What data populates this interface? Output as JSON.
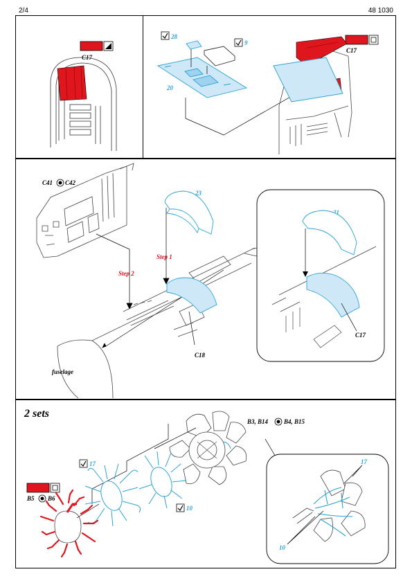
{
  "header": {
    "page": "2/4",
    "product": "48 1030"
  },
  "colors": {
    "cyan": "#29a3d6",
    "cyan_fill": "#cfe8f7",
    "red": "#e0161e",
    "gray": "#555555"
  },
  "panel1": {
    "left_callout": "C17",
    "mid_part_a": "28",
    "mid_part_b": "9",
    "mid_part_c": "20",
    "right_callout": "C17"
  },
  "panel2": {
    "callout_a": "C41",
    "callout_b": "C42",
    "part_23": "23",
    "step1": "Step 1",
    "step2": "Step 2",
    "callout_c18": "C18",
    "fuselage": "fuselage",
    "inset_part": "21",
    "inset_callout": "C17"
  },
  "panel3": {
    "title": "2 sets",
    "callout_b3": "B3, B14",
    "callout_b4": "B4, B15",
    "part_17": "17",
    "part_10": "10",
    "callout_b5": "B5",
    "callout_b6": "B6",
    "inset_17": "17",
    "inset_10": "10"
  }
}
